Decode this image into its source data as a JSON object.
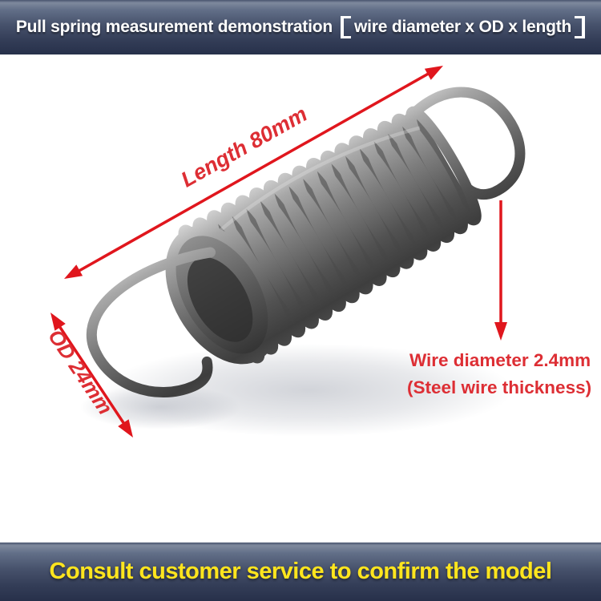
{
  "header": {
    "title_full": "Pull spring measurement demonstration 【wire diameter x OD x length】",
    "title_main": "Pull spring measurement demonstration",
    "title_bracketed": "wire diameter x OD x length"
  },
  "annotations": {
    "length_label": "Length 80mm",
    "od_label": "OD 24mm",
    "wire_diameter_label": "Wire diameter 2.4mm",
    "wire_thickness_note": "(Steel wire thickness)"
  },
  "footer": {
    "text": "Consult customer service to confirm the model"
  },
  "colors": {
    "annotation_red": "#e0161d",
    "annotation_text_red": "#dd2e34",
    "footer_text_yellow": "#ffe51e",
    "header_text_white": "#ffffff",
    "bar_gradient_top": "#7e899d",
    "bar_gradient_mid": "#47526c",
    "bar_gradient_bottom": "#27304a",
    "spring_gray": "#8a8a8a"
  }
}
